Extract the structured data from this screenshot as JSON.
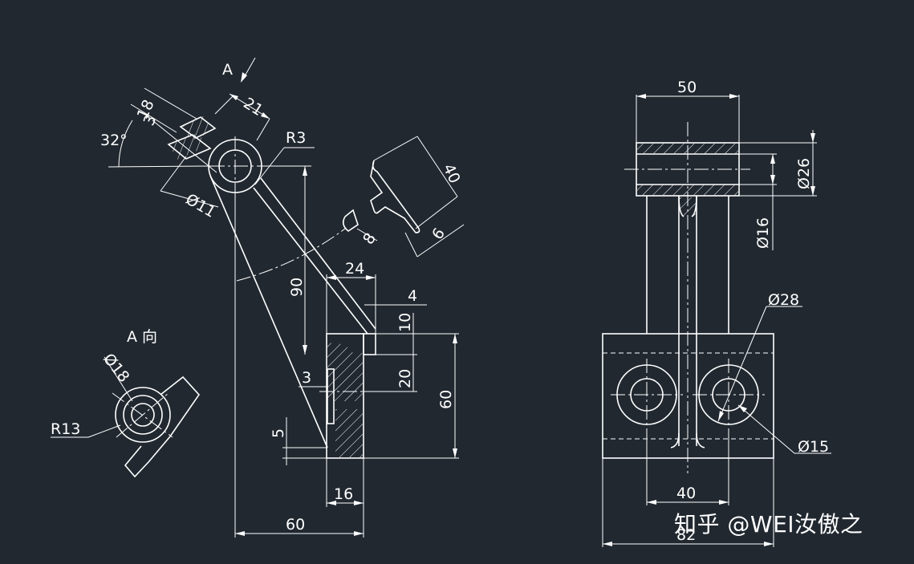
{
  "dimensions": {
    "d50": "50",
    "d21": "21",
    "d18": "18",
    "d3a": "3",
    "d32": "32°",
    "dR3": "R3",
    "d11": "Ø11",
    "d40a": "40",
    "d8": "8",
    "d6": "6",
    "d90": "90",
    "d24": "24",
    "d4": "4",
    "d10": "10",
    "d20": "20",
    "d60v": "60",
    "d3b": "3",
    "d5": "5",
    "d16b": "16",
    "d60h": "60",
    "dphi26": "Ø26",
    "dphi16": "Ø16",
    "dphi28": "Ø28",
    "dphi15": "Ø15",
    "d40b": "40",
    "d82": "82",
    "dphi18": "Ø18",
    "dR13": "R13"
  },
  "labels": {
    "view_a_marker": "A",
    "view_a_title": "A 向"
  },
  "watermark": "知乎 @WEI汝傲之"
}
